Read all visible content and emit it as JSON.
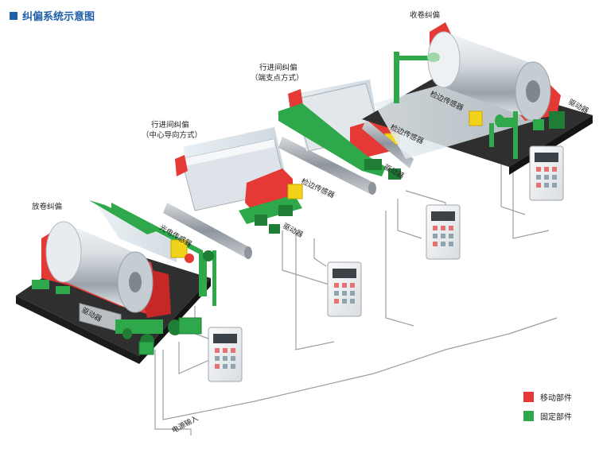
{
  "title": "纠偏系统示意图",
  "labels": {
    "unwind": "放卷纠偏",
    "midguide_line1": "行进间纠偏",
    "midguide_line2": "（中心导向方式）",
    "endpivot_line1": "行进间纠偏",
    "endpivot_line2": "（端支点方式）",
    "rewind": "收卷纠偏",
    "photo_sensor": "光电传感器",
    "edge_sensor": "检边传感器",
    "actuator": "驱动器",
    "power_input": "电源输入"
  },
  "legend": [
    {
      "label": "移动部件",
      "color": "#e53935"
    },
    {
      "label": "固定部件",
      "color": "#2ea84a"
    }
  ],
  "colors": {
    "moving": "#e53935",
    "fixed": "#2ea84a",
    "sensor": "#f2d21a",
    "platform": "#2f2f2f",
    "title": "#1f5fa8"
  }
}
